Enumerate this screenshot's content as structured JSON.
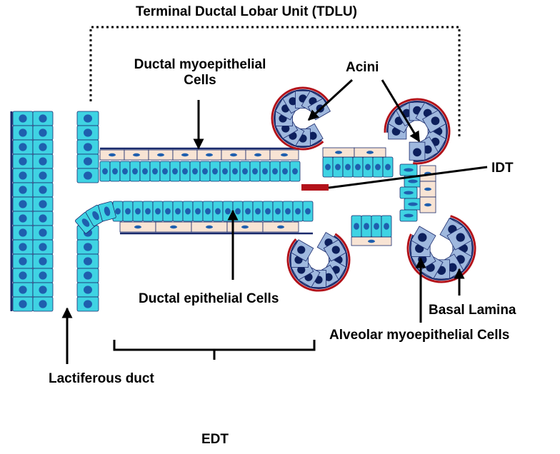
{
  "labels": {
    "tdlu": "Terminal Ductal Lobar Unit (TDLU)",
    "ductal_myo_line1": "Ductal myoepithelial",
    "ductal_myo_line2": "Cells",
    "acini": "Acini",
    "idt": "IDT",
    "ductal_epithelial": "Ductal epithelial Cells",
    "basal_lamina": "Basal Lamina",
    "alveolar_myo": "Alveolar myoepithelial Cells",
    "lactiferous_duct": "Lactiferous duct",
    "edt": "EDT"
  },
  "colors": {
    "epithelial_cell": "#3fd3e3",
    "epithelial_nucleus": "#1f5fae",
    "myoepithelial_cell": "#f8e4d4",
    "acinar_cell": "#9fb8de",
    "acinar_nucleus": "#0d1f5c",
    "basal_lamina": "#b3121a",
    "membrane": "#1a2a6c",
    "text": "#000000"
  }
}
